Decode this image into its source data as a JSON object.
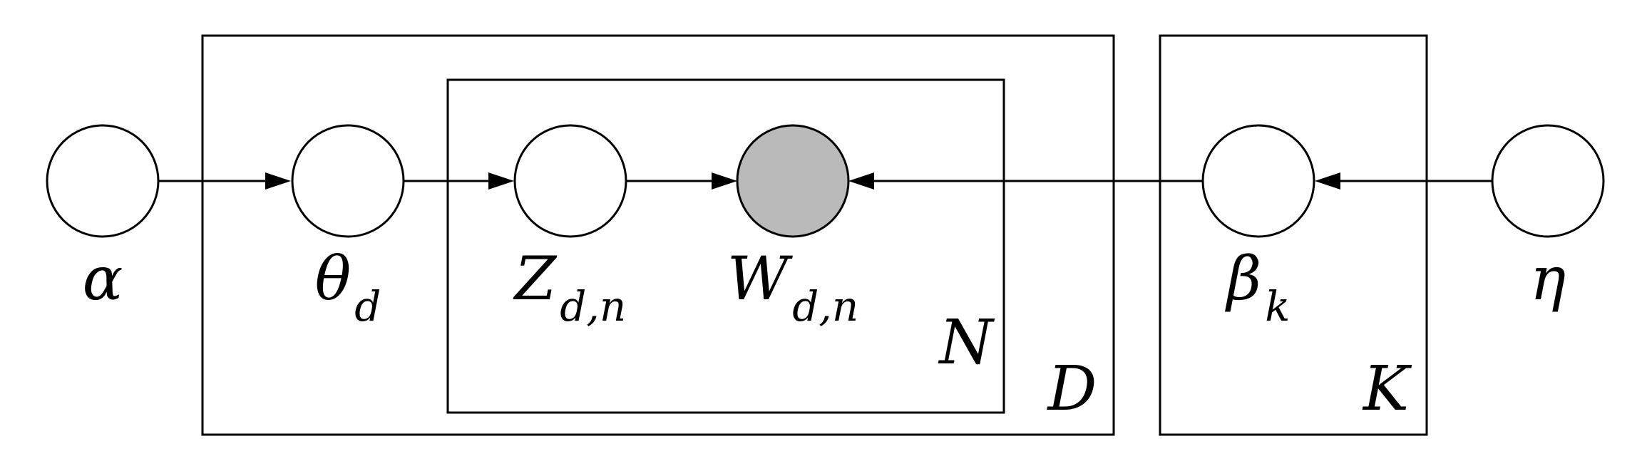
{
  "colors": {
    "observed_fill": "#bababa",
    "latent_fill": "#ffffff",
    "stroke": "#000000",
    "background": "#ffffff"
  },
  "nodes": {
    "alpha": {
      "symbol": "α",
      "subscript": "",
      "observed": false
    },
    "theta": {
      "symbol": "θ",
      "subscript": "d",
      "observed": false
    },
    "z": {
      "symbol": "Z",
      "subscript": "d,n",
      "observed": false
    },
    "w": {
      "symbol": "W",
      "subscript": "d,n",
      "observed": true
    },
    "beta": {
      "symbol": "β",
      "subscript": "k",
      "observed": false
    },
    "eta": {
      "symbol": "η",
      "subscript": "",
      "observed": false
    }
  },
  "plates": {
    "n": {
      "label": "N"
    },
    "d": {
      "label": "D"
    },
    "k": {
      "label": "K"
    }
  },
  "edges": [
    {
      "from": "alpha",
      "to": "theta"
    },
    {
      "from": "theta",
      "to": "z"
    },
    {
      "from": "z",
      "to": "w"
    },
    {
      "from": "beta",
      "to": "w"
    },
    {
      "from": "eta",
      "to": "beta"
    }
  ]
}
